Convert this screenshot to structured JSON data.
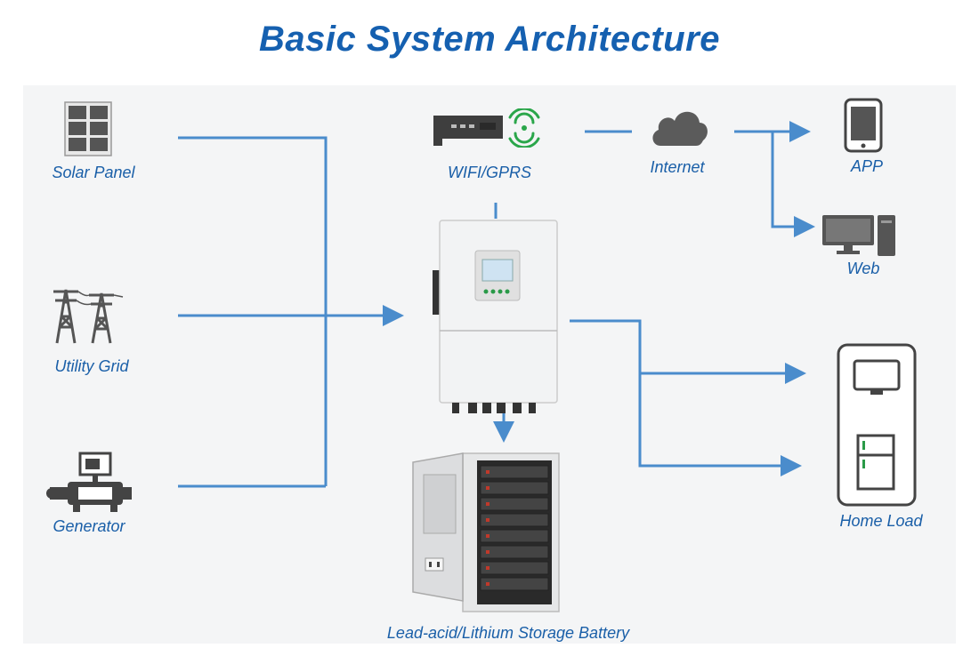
{
  "title": "Basic System Architecture",
  "colors": {
    "title": "#1560b0",
    "label": "#1a5fa8",
    "line": "#4a8ccc",
    "panel": "#f4f5f6",
    "icon_dark": "#4a4a4a",
    "cloud": "#5b5b5b",
    "wifi": "#2aa64a"
  },
  "labels": {
    "solar_panel": "Solar Panel",
    "utility_grid": "Utility Grid",
    "generator": "Generator",
    "wifi_gprs": "WIFI/GPRS",
    "internet": "Internet",
    "app": "APP",
    "web": "Web",
    "home_load": "Home Load",
    "battery": "Lead-acid/Lithium Storage Battery"
  }
}
